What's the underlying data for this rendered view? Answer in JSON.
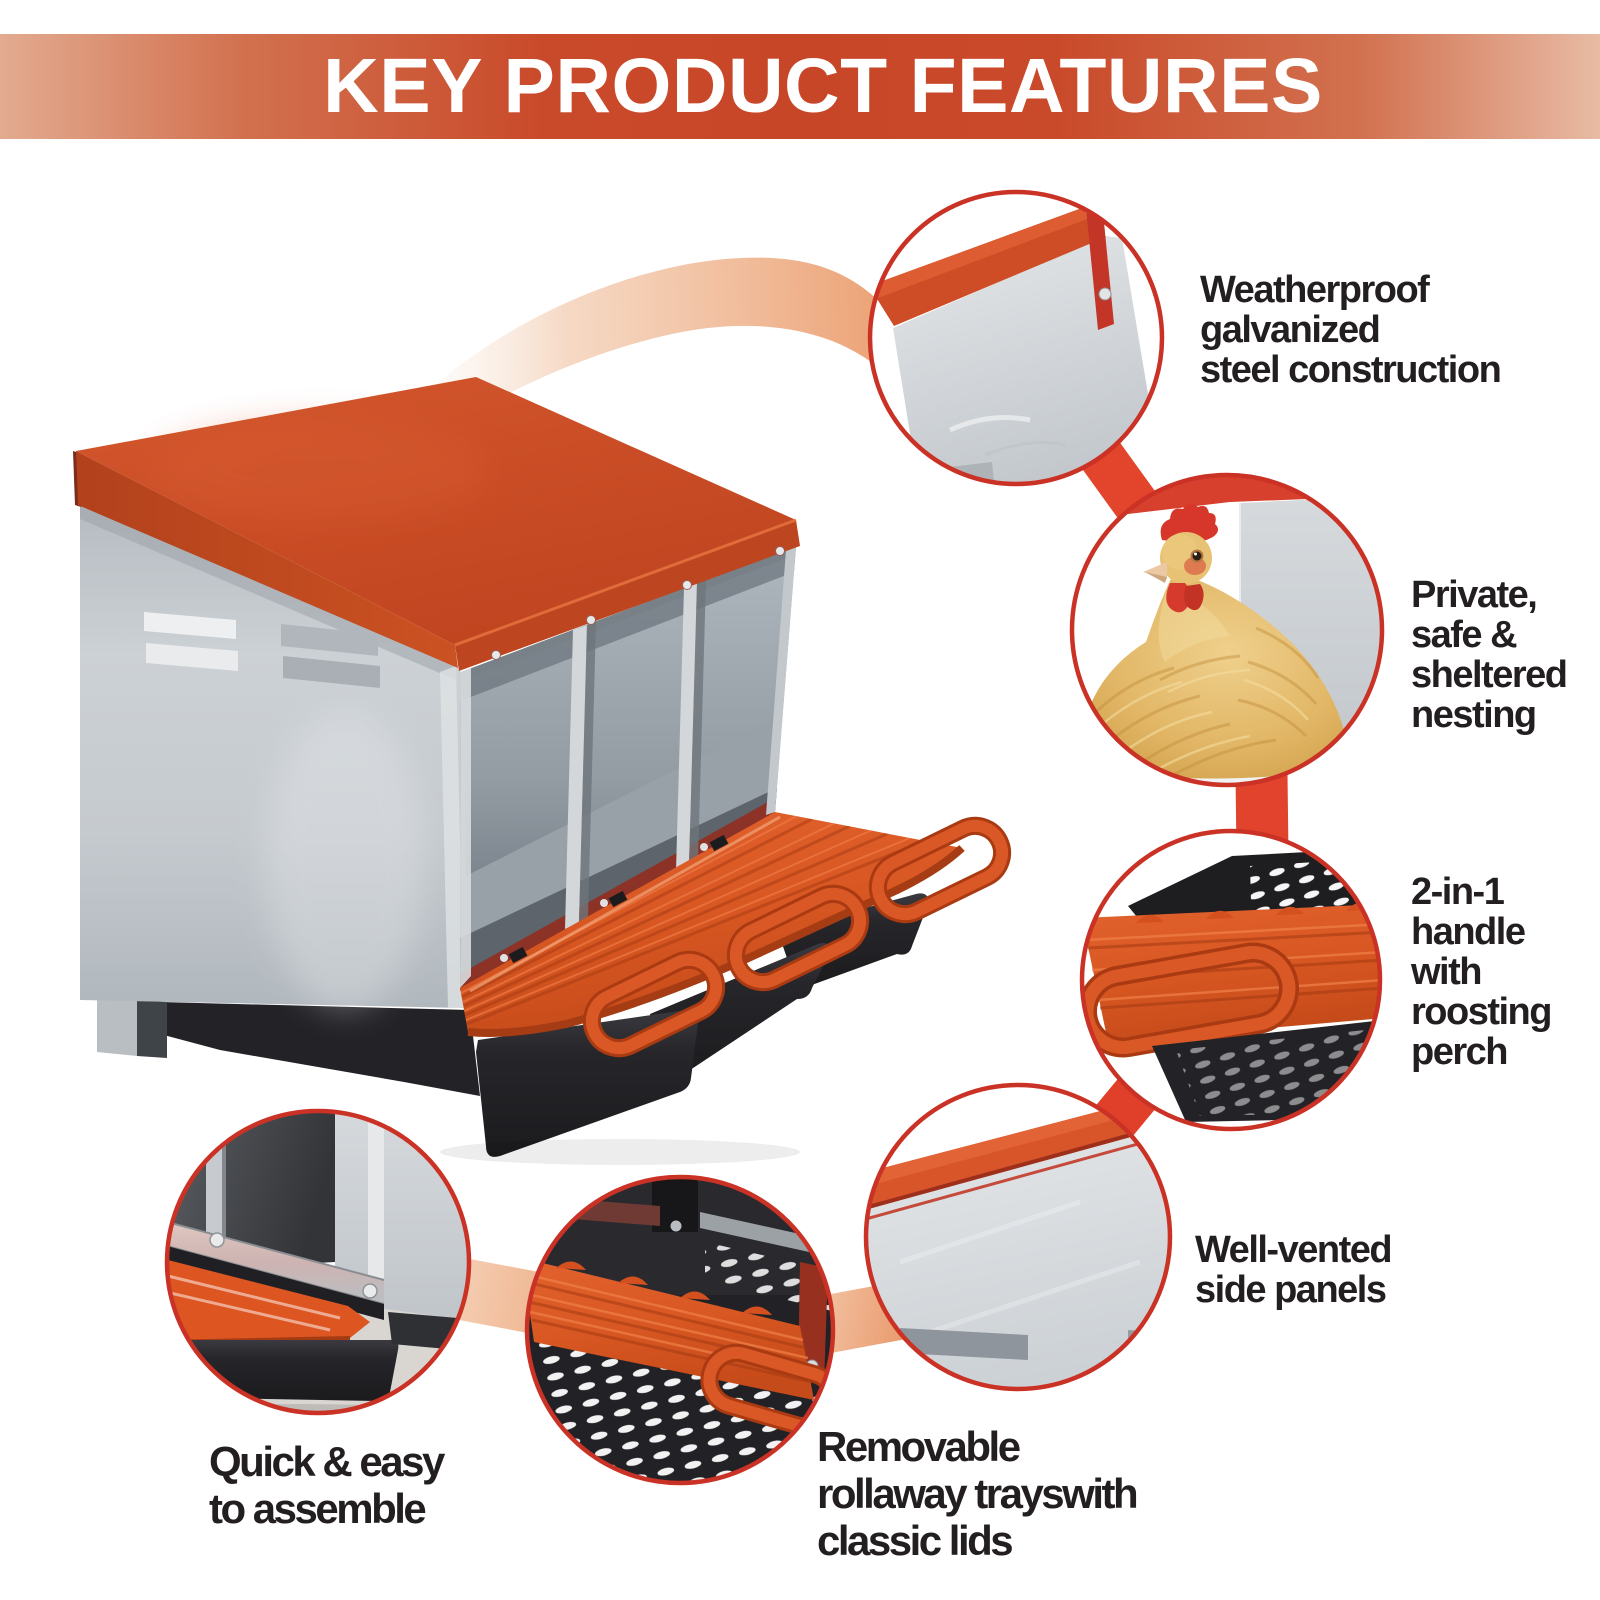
{
  "header": {
    "title": "KEY PRODUCT FEATURES"
  },
  "features": [
    {
      "name": "weatherproof-steel",
      "icon": "roof-corner-photo-icon",
      "label": "Weatherproof\ngalvanized\nsteel construction",
      "callout_position": "top-right"
    },
    {
      "name": "private-nesting",
      "icon": "hen-photo-icon",
      "label": "Private,\nsafe &\nsheltered\nnesting",
      "callout_position": "right"
    },
    {
      "name": "handle-perch",
      "icon": "handle-closeup-photo-icon",
      "label": "2-in-1\nhandle\nwith\nroosting\nperch",
      "callout_position": "right-lower"
    },
    {
      "name": "vented-panels",
      "icon": "side-panel-closeup-photo-icon",
      "label": "Well-vented\nside panels",
      "callout_position": "bottom-right"
    },
    {
      "name": "rollaway-trays",
      "icon": "tray-lid-closeup-photo-icon",
      "label": "Removable\nrollaway trayswith\nclassic lids",
      "callout_position": "bottom-center"
    },
    {
      "name": "easy-assembly",
      "icon": "base-corner-closeup-photo-icon",
      "label": "Quick & easy\nto assemble",
      "callout_position": "bottom-left"
    }
  ],
  "colors": {
    "header_band_center": "#c94a2a",
    "header_band_edge": "#e3ab90",
    "header_text": "#ffffff",
    "label_text": "#231f20",
    "callout_ring": "#cb3226",
    "connector_red": "#e2452c",
    "connector_salmon": "#f2c3a8",
    "roof_orange": "#cc4f28",
    "perch_orange": "#d5501f",
    "tray_black": "#26262a",
    "panel_gray": "#c8cdd1",
    "hen_gold": "#e2b767"
  }
}
